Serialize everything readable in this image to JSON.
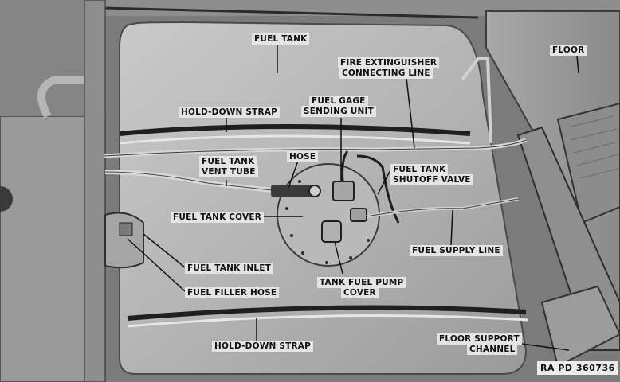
{
  "labels": {
    "fuel_tank": "FUEL TANK",
    "floor": "FLOOR",
    "fire_ext_line_1": "FIRE EXTINGUISHER",
    "fire_ext_line_2": "CONNECTING LINE",
    "fuel_gage_line_1": "FUEL GAGE",
    "fuel_gage_line_2": "SENDING UNIT",
    "hold_down_strap_top": "HOLD-DOWN STRAP",
    "hose": "HOSE",
    "vent_tube_line_1": "FUEL TANK",
    "vent_tube_line_2": "VENT TUBE",
    "shutoff_line_1": "FUEL TANK",
    "shutoff_line_2": "SHUTOFF VALVE",
    "fuel_tank_cover": "FUEL TANK COVER",
    "fuel_supply_line": "FUEL SUPPLY LINE",
    "fuel_tank_inlet": "FUEL TANK INLET",
    "fuel_filler_hose": "FUEL FILLER HOSE",
    "pump_cover_line_1": "TANK FUEL PUMP",
    "pump_cover_line_2": "COVER",
    "hold_down_strap_bottom": "HOLD-DOWN STRAP",
    "floor_support_line_1": "FLOOR SUPPORT",
    "floor_support_line_2": "CHANNEL"
  },
  "figure_id": "RA PD 360736"
}
